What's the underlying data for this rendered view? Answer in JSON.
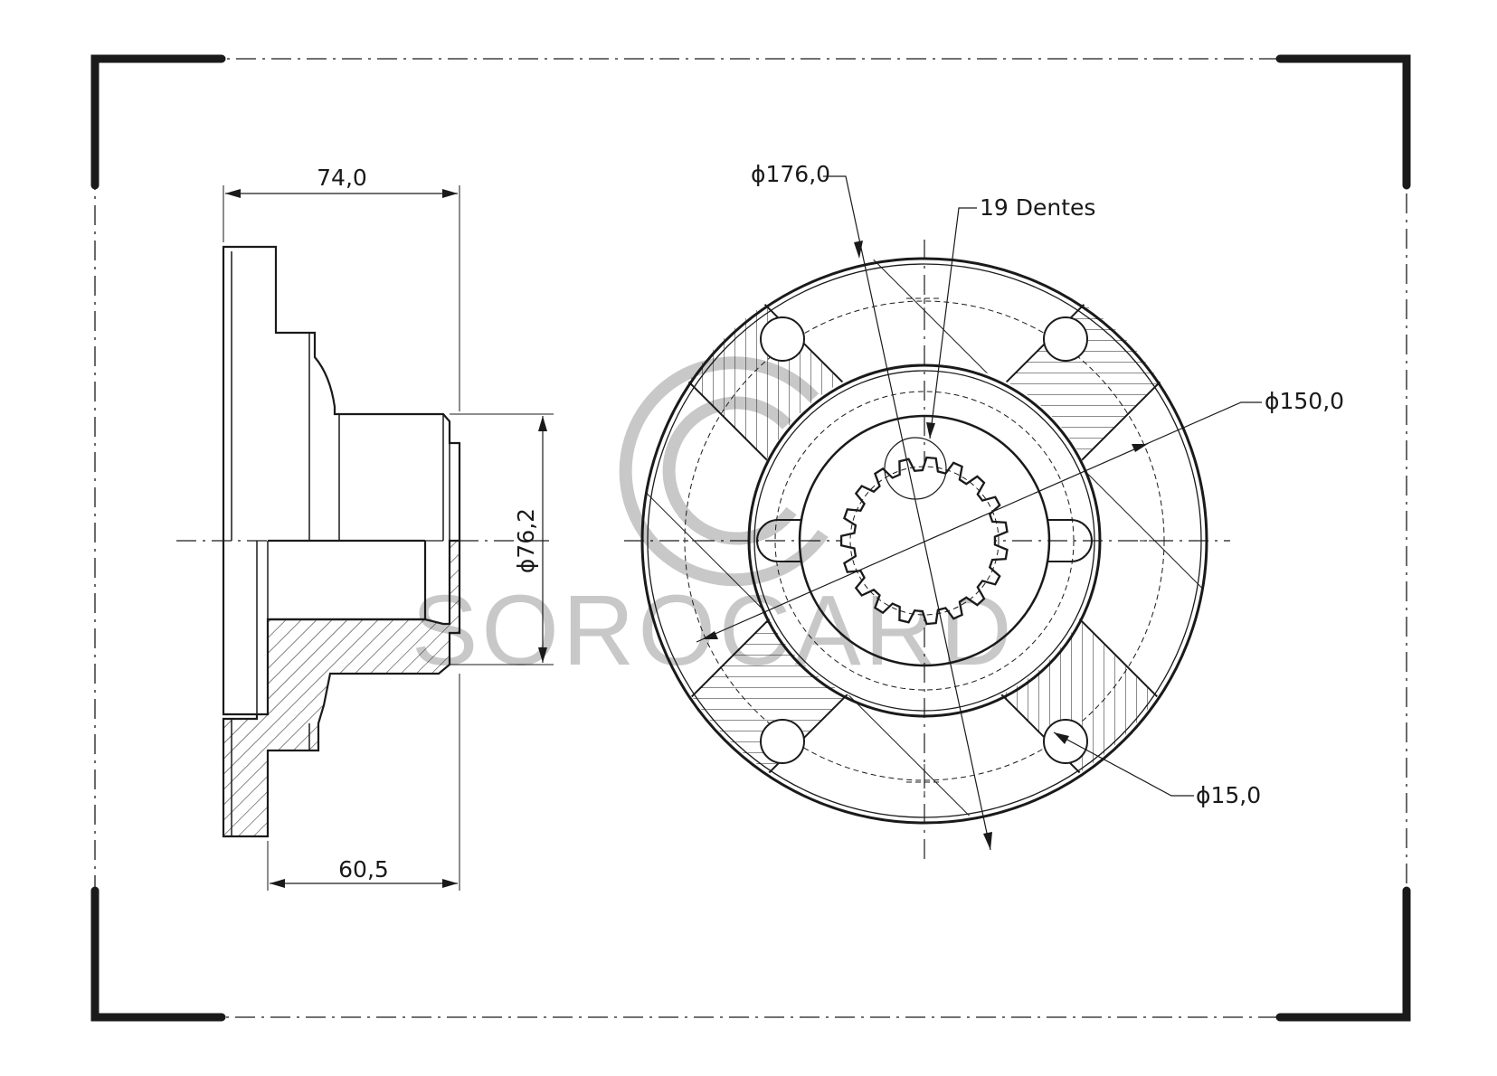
{
  "watermark": "SOROCARD",
  "side_view": {
    "dim_overall_length": "74,0",
    "dim_hub_length": "60,5",
    "dim_hub_diameter": "ϕ76,2"
  },
  "front_view": {
    "dim_outer_diameter": "ϕ176,0",
    "dim_bolt_circle": "ϕ150,0",
    "dim_hole_diameter": "ϕ15,0",
    "spline_teeth_label": "19 Dentes",
    "spline_teeth_count": 19,
    "bolt_hole_count": 4
  },
  "colors": {
    "line": "#1a1a1a",
    "watermark": "#c8c8c8"
  }
}
